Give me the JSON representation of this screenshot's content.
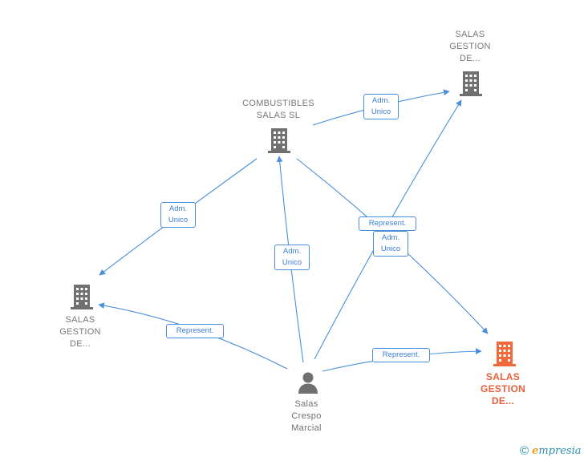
{
  "nodes": {
    "combustibles": {
      "lines": [
        "COMBUSTIBLES",
        "SALAS SL"
      ]
    },
    "salas_top": {
      "lines": [
        "SALAS",
        "GESTION",
        "DE..."
      ]
    },
    "salas_left": {
      "lines": [
        "SALAS",
        "GESTION",
        "DE..."
      ]
    },
    "salas_focus": {
      "lines": [
        "SALAS",
        "GESTION",
        "DE..."
      ]
    },
    "person": {
      "lines": [
        "Salas",
        "Crespo",
        "Marcial"
      ]
    }
  },
  "edges": {
    "comb_to_top": {
      "lines": [
        "Adm.",
        "Unico"
      ]
    },
    "comb_to_left": {
      "lines": [
        "Adm.",
        "Unico"
      ]
    },
    "person_to_comb": {
      "lines": [
        "Adm.",
        "Unico"
      ]
    },
    "comb_to_focus": {
      "lines": [
        "Represent."
      ]
    },
    "person_to_top": {
      "lines": [
        "Adm.",
        "Unico"
      ]
    },
    "person_to_left": {
      "lines": [
        "Represent."
      ]
    },
    "person_to_focus": {
      "lines": [
        "Represent."
      ]
    }
  },
  "brand": {
    "copyright": "©",
    "initial": "e",
    "rest": "mpresia"
  },
  "colors": {
    "edge": "#4a8fdb",
    "company_icon": "#707070",
    "focus_icon": "#f06a3c",
    "person_icon": "#707070"
  },
  "icons": {
    "company": "building-icon",
    "person": "person-icon"
  }
}
